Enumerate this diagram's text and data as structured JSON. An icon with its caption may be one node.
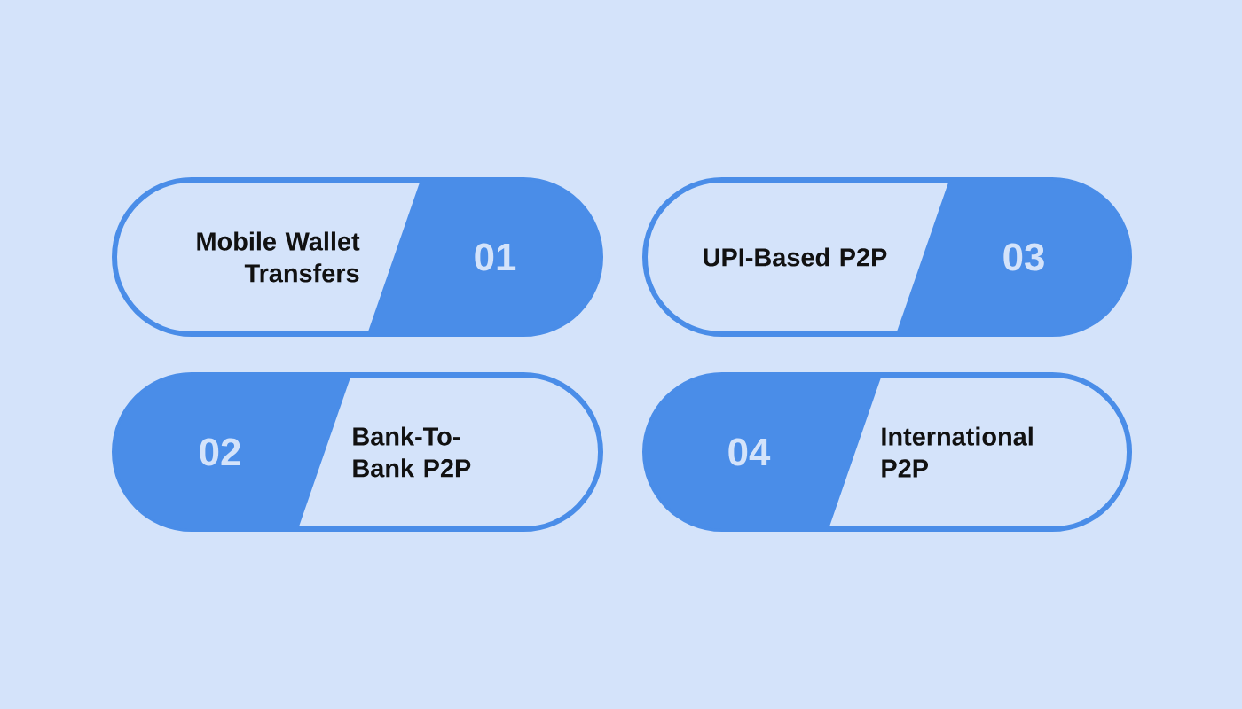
{
  "diagram": {
    "nodes": [
      {
        "text": [
          "Mobile Wallet Transfers",
          "01"
        ]
      },
      {
        "text": [
          "UPI-Based P2P",
          "03"
        ]
      },
      {
        "text": [
          "02",
          "Bank-To- Bank P2P"
        ]
      },
      {
        "text": [
          "04",
          "International P2P"
        ]
      }
    ]
  }
}
